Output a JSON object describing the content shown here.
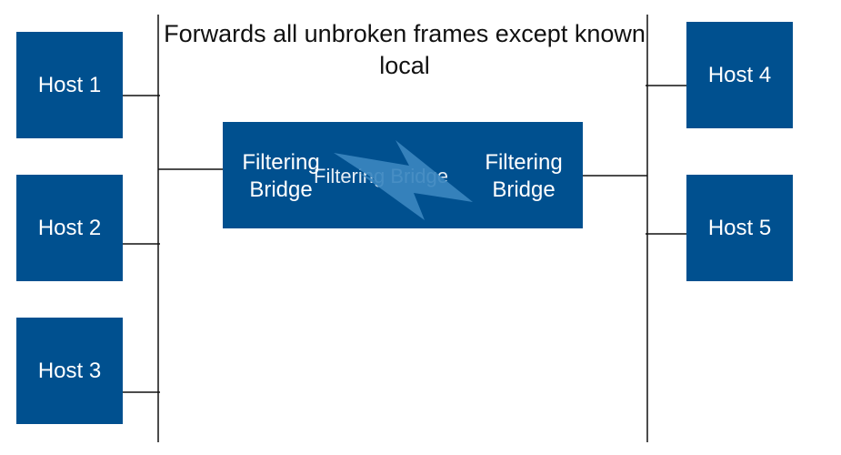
{
  "title": "Forwards all unbroken frames except known local",
  "hosts": {
    "h1": "Host 1",
    "h2": "Host 2",
    "h3": "Host 3",
    "h4": "Host 4",
    "h5": "Host 5"
  },
  "bridges": {
    "left_line1": "Filtering",
    "left_line2": "Bridge",
    "right_line1": "Filtering",
    "right_line2": "Bridge",
    "obscured_text": "Filtering Bridge"
  },
  "colors": {
    "box_fill": "#00508f",
    "lightning_fill": "#3a86bf",
    "line": "#111111"
  },
  "icons": {
    "broken_link": "lightning-bolt-icon"
  }
}
